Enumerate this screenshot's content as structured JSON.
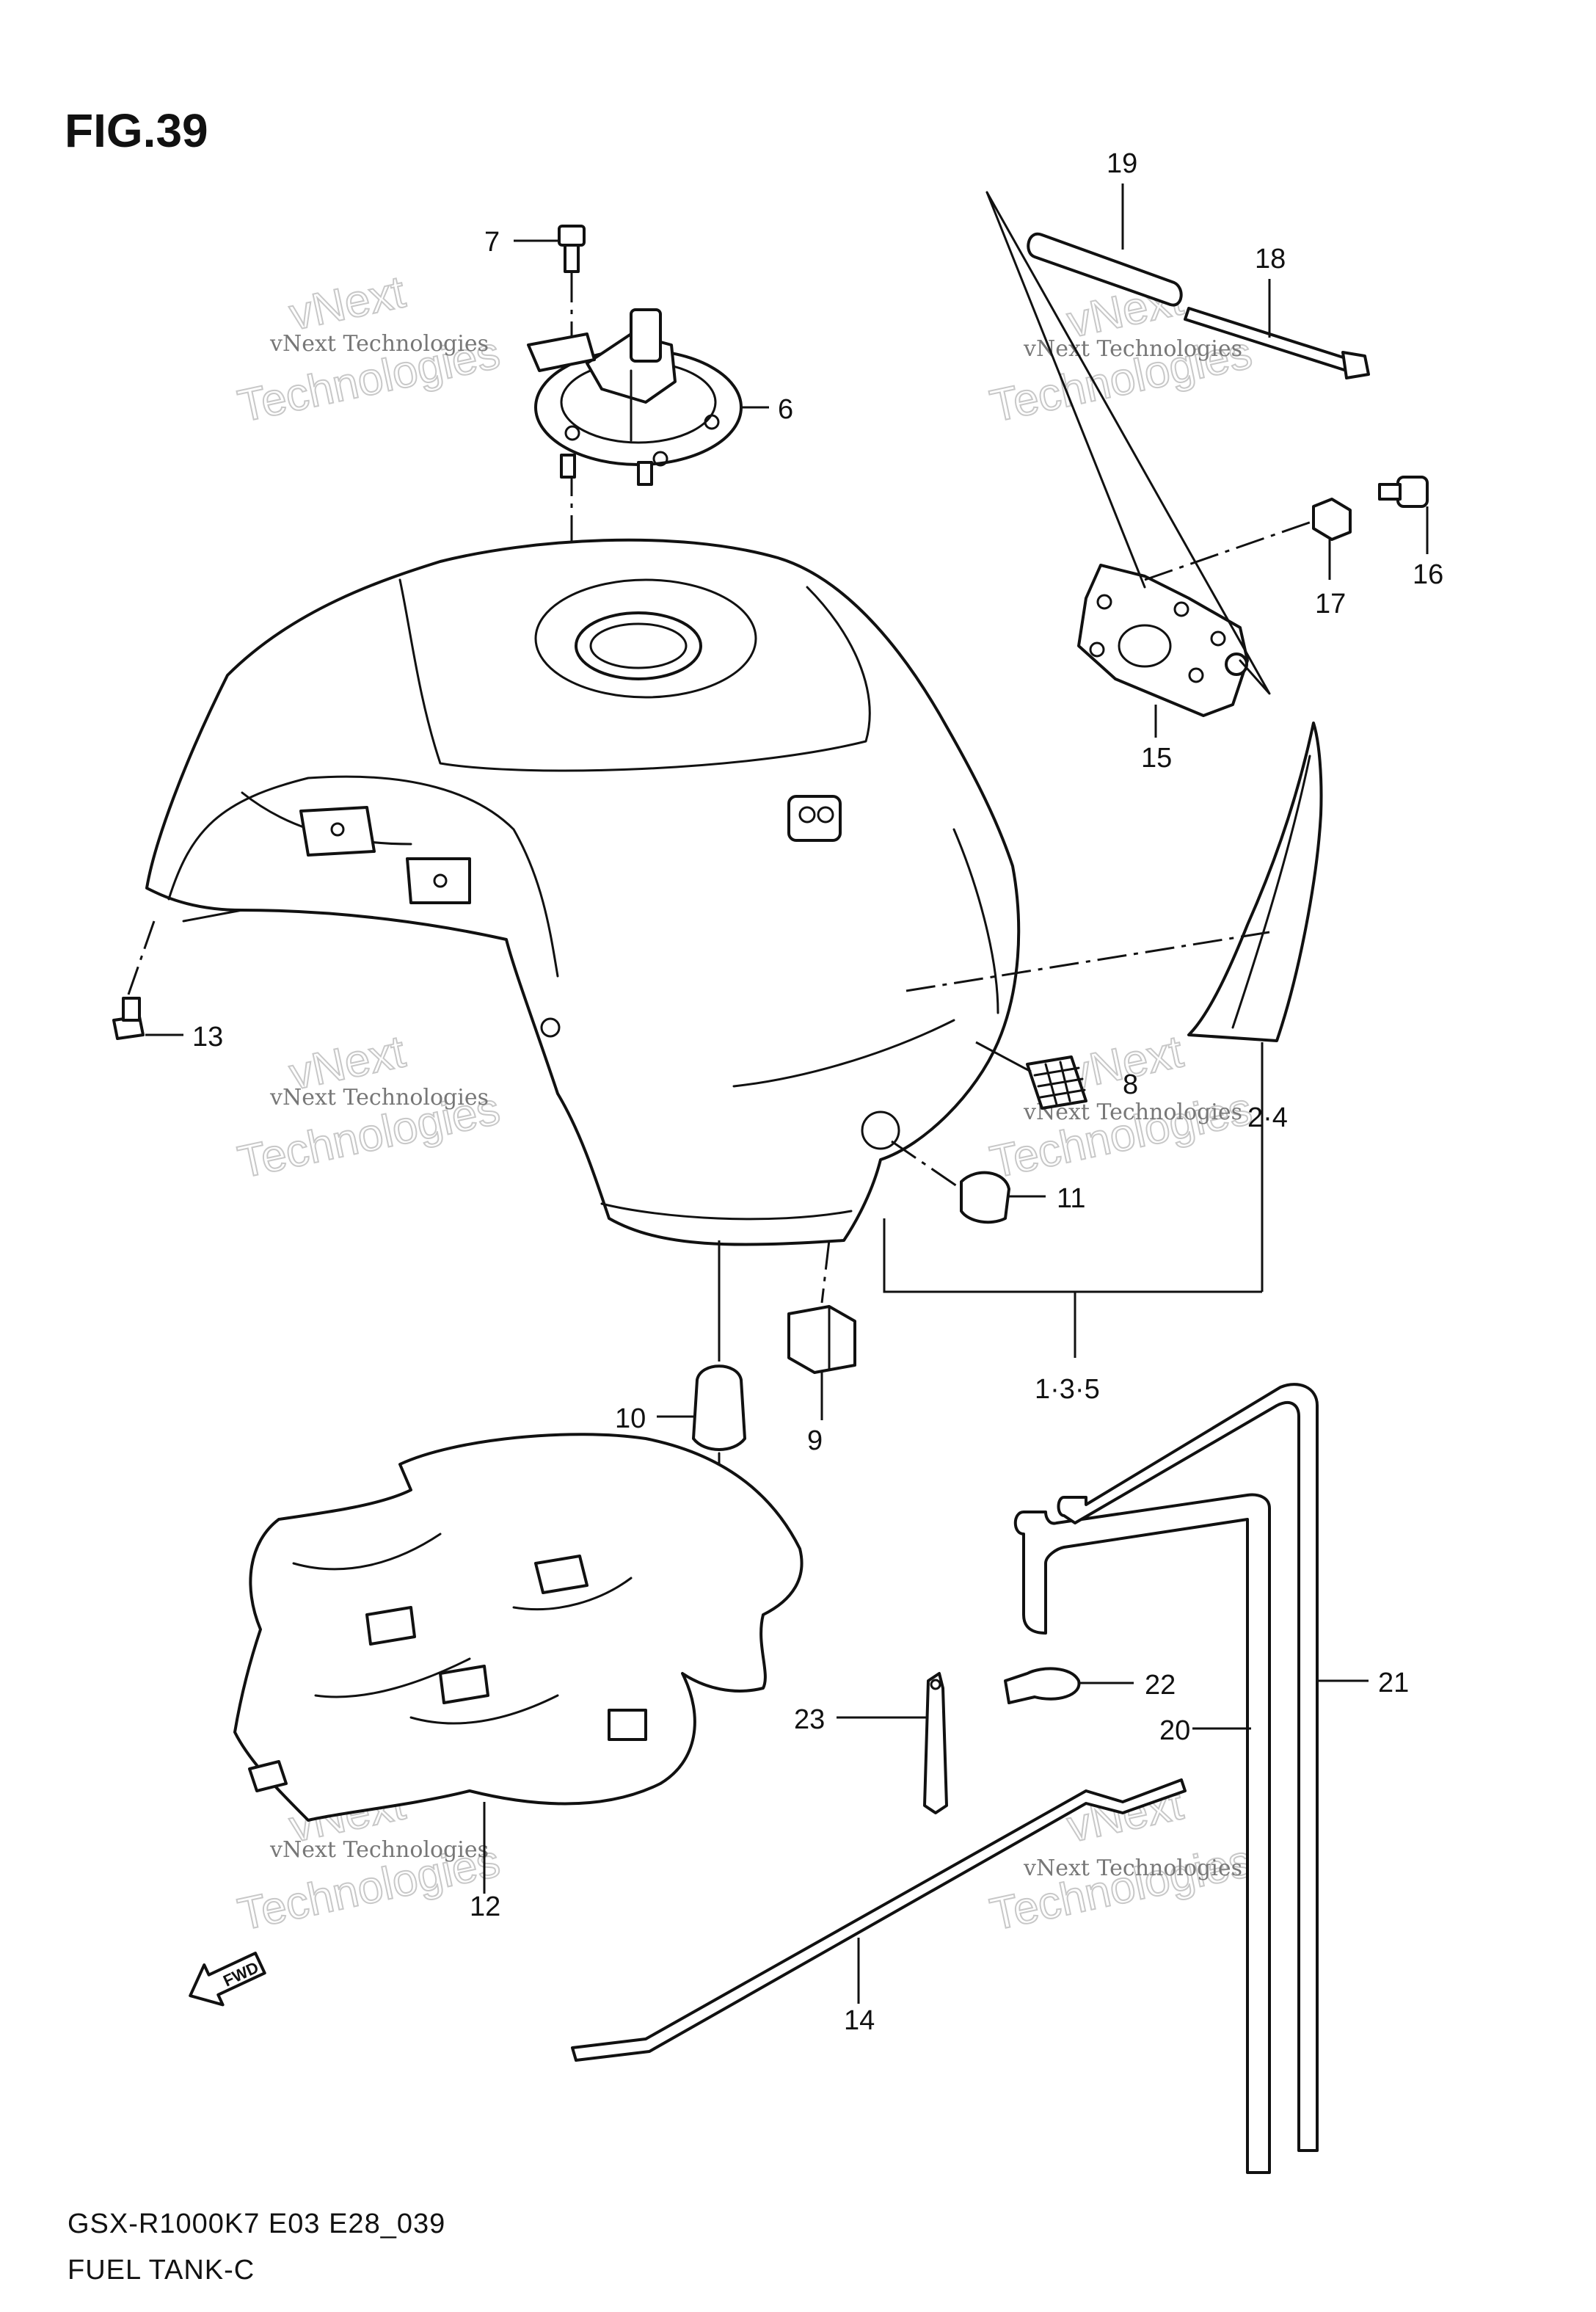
{
  "figure": {
    "title": "FIG.39",
    "model_code": "GSX-R1000K7 E03 E28_039",
    "section_name": "FUEL TANK-C",
    "fwd_label": "FWD"
  },
  "callouts": {
    "p1_3_5": "1·3·5",
    "p2_4": "2·4",
    "p6": "6",
    "p7": "7",
    "p8": "8",
    "p9": "9",
    "p10": "10",
    "p11": "11",
    "p12": "12",
    "p13": "13",
    "p14": "14",
    "p15": "15",
    "p16": "16",
    "p17": "17",
    "p18": "18",
    "p19": "19",
    "p20": "20",
    "p21": "21",
    "p22": "22",
    "p23": "23"
  },
  "watermark": {
    "line1": "vNext Technologies",
    "line2": "Technologies",
    "line3": "vNext"
  }
}
